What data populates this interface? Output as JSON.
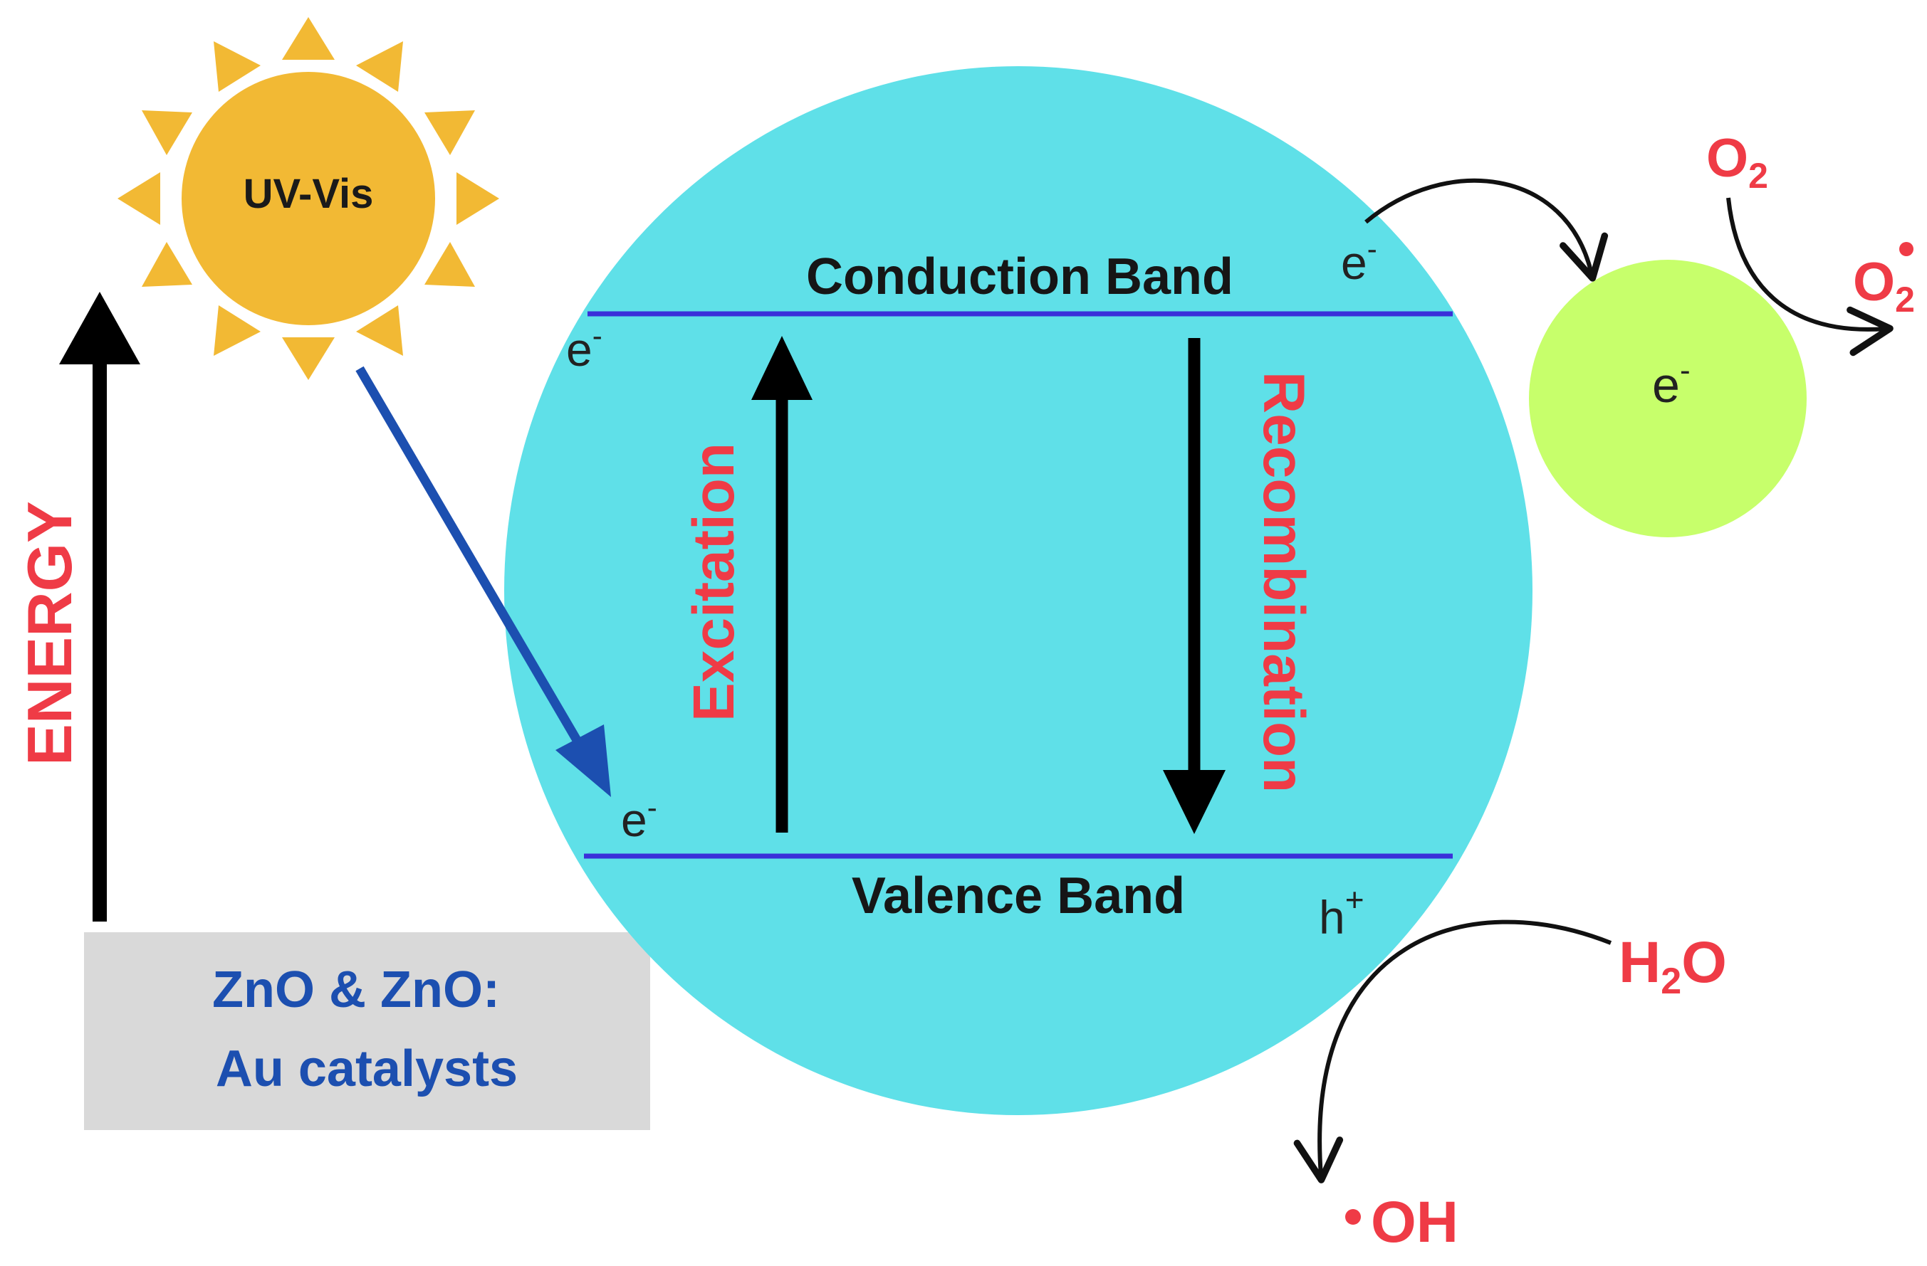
{
  "sun": {
    "label": "UV-Vis",
    "color": "#f2b934"
  },
  "energy_axis": {
    "label": "ENERGY"
  },
  "catalyst_box": {
    "line1": "ZnO & ZnO:",
    "line2": "Au catalysts"
  },
  "particle": {
    "color": "#5fe0e8",
    "conduction_band_label": "Conduction Band",
    "valence_band_label": "Valence Band",
    "excitation_label": "Excitation",
    "recombination_label": "Recombination",
    "cb_electron_left": "e",
    "cb_electron_right": "e",
    "vb_electron": "e",
    "vb_hole": "h",
    "minus": "-",
    "plus": "+"
  },
  "au_particle": {
    "color": "#c7ff6b",
    "electron": "e",
    "minus": "-"
  },
  "reactions": {
    "o2_base": "O",
    "o2_sub": "2",
    "superoxide_base": "O",
    "superoxide_sub": "2",
    "h2o_h": "H",
    "h2o_sub": "2",
    "h2o_o": "O",
    "hydroxyl": "OH"
  },
  "colors": {
    "band_line": "#3a2fd9",
    "label_red": "#ef3b46",
    "uv_arrow": "#1c4fb0",
    "box_fill": "#d9d9d9"
  }
}
